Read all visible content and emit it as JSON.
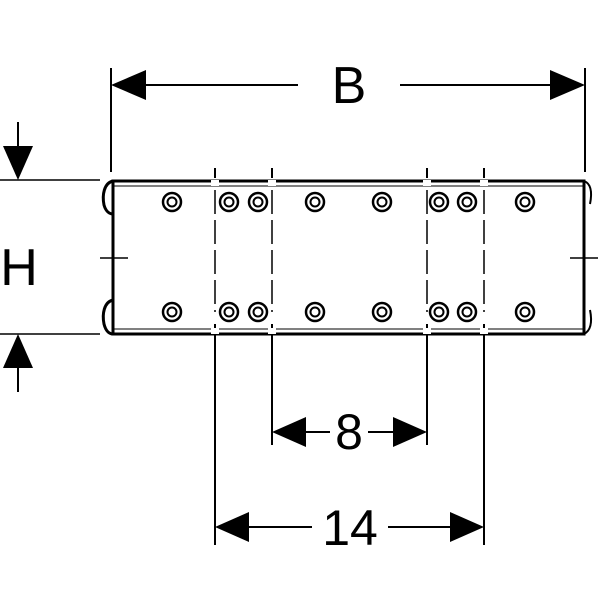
{
  "dimensions": {
    "width_label": "B",
    "height_label": "H",
    "inner_spacing_label": "8",
    "outer_spacing_label": "14"
  },
  "colors": {
    "line": "#000000",
    "background": "#ffffff"
  },
  "plate": {
    "bolt_columns": 8,
    "bolt_rows": 2
  }
}
